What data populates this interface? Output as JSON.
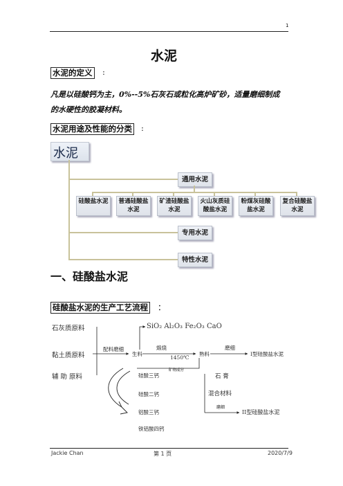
{
  "header": {
    "page_number": "1"
  },
  "title": "水泥",
  "definition": {
    "heading": "水泥的定义",
    "colon": ":",
    "line1": "凡是以硅酸钙为主，0%--5%石灰石或粒化高炉矿砂，适量磨细制成",
    "line2": "的水硬性的胶凝材料。"
  },
  "classification": {
    "heading": "水泥用途及性能的分类",
    "colon": ":",
    "root": "水泥",
    "general": "通用水泥",
    "general_items": [
      [
        "硅酸盐水泥",
        ""
      ],
      [
        "普通硅酸盐",
        "水泥"
      ],
      [
        "矿渣硅酸盐",
        "水泥"
      ],
      [
        "火山灰质硅",
        "酸盐水泥"
      ],
      [
        "粉煤灰硅酸",
        "盐水泥"
      ],
      [
        "复合硅酸盐",
        "水泥"
      ]
    ],
    "special": "专用水泥",
    "characteristic": "特性水泥"
  },
  "section1": {
    "title": "一、硅酸盐水泥"
  },
  "process": {
    "heading": "硅酸盐水泥的生产工艺流程",
    "colon": "：",
    "raw": [
      "石灰质原料",
      "黏土质原料",
      "辅 助 原料"
    ],
    "oxides": "SiO₂  Al₂O₃  Fe₂O₃  CaO",
    "step1": "配料磨细",
    "raw_meal": "生料",
    "step2_top": "煅烧",
    "step2_bottom": "1450℃",
    "clinker": "熟料",
    "step3": "磨细",
    "product1": "I型硅酸盐水泥",
    "minerals": [
      "硅酸三钙",
      "硅酸二钙",
      "铝酸三钙",
      "铁铝酸四钙"
    ],
    "mineral_note": "矿物成分",
    "additives": [
      "石 膏",
      "混合材料"
    ],
    "step4": "磨细",
    "product2": "II型硅酸盐水泥"
  },
  "footer": {
    "author": "Jackie Chan",
    "page": "第 1 页",
    "date": "2020/7/9"
  }
}
